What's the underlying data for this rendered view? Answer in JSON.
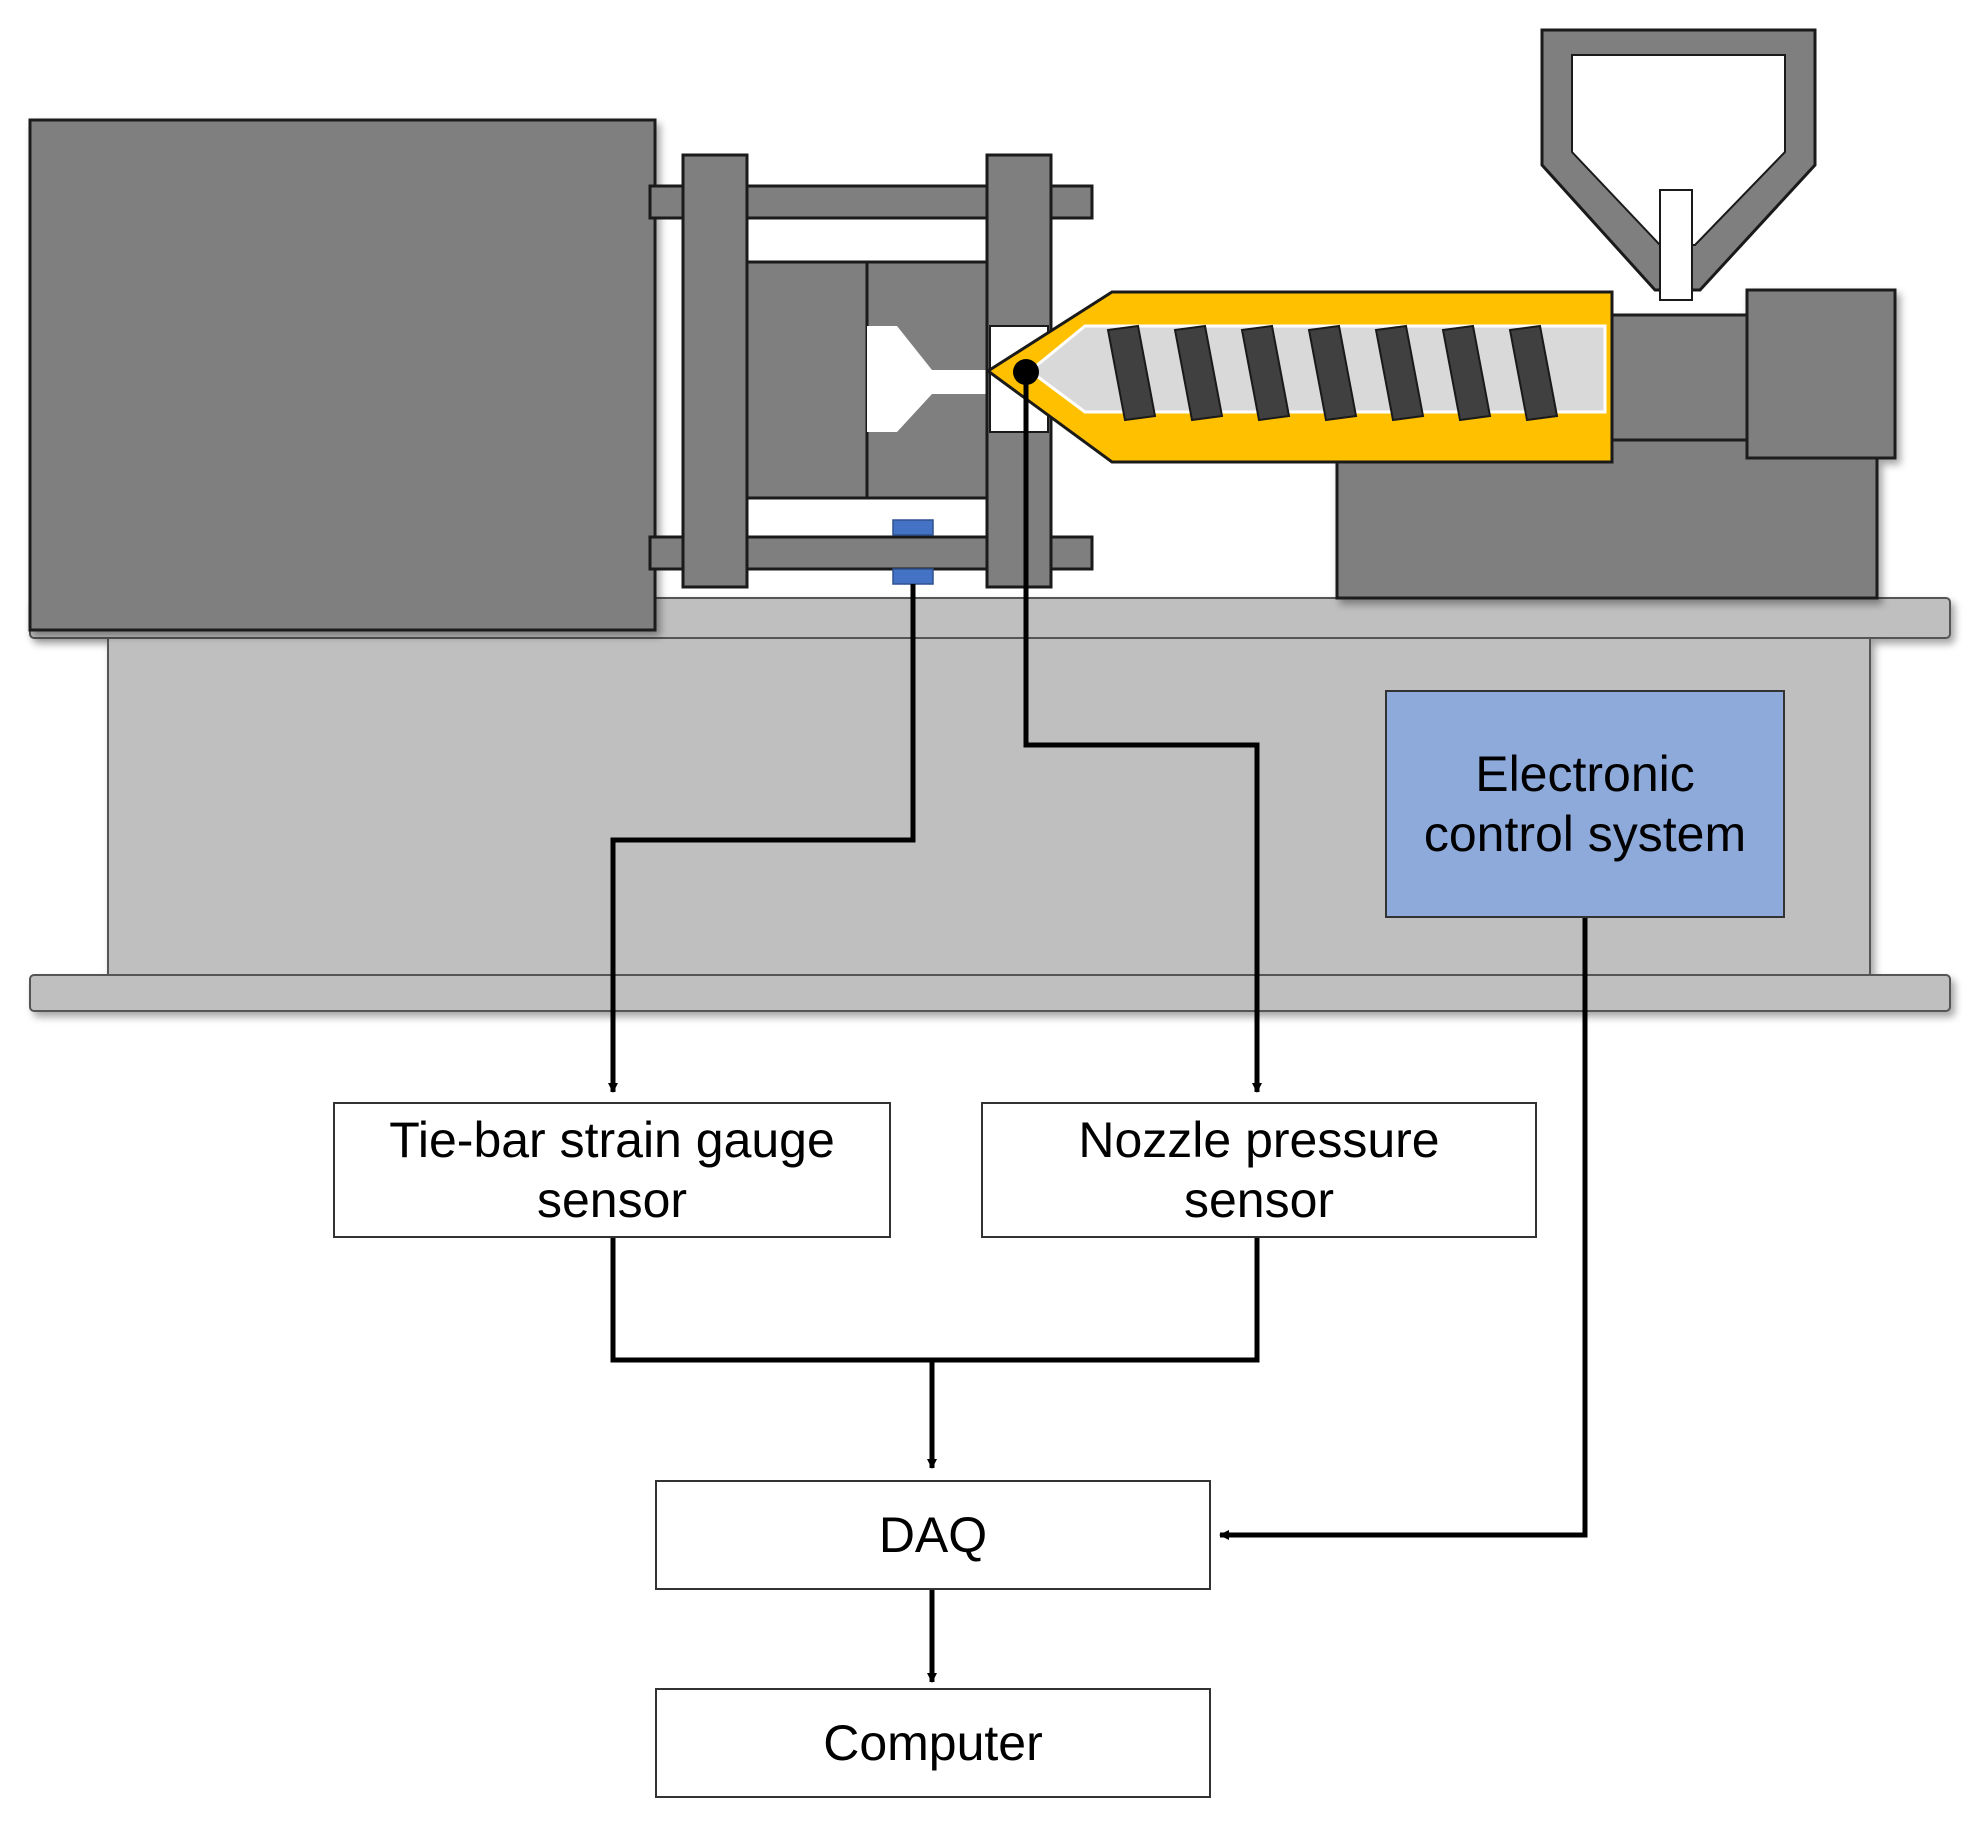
{
  "colors": {
    "machine_dark": "#7f7f7f",
    "machine_light": "#bfbfbf",
    "barrel_band": "#ffc000",
    "sensor_marker": "#4472c4",
    "control_box": "#8eaadb",
    "mold_cavity": "#ffffff",
    "screw_flight": "#404040",
    "outline": "#1a1a1a"
  },
  "machine": {
    "components": [
      "clamping-unit",
      "tie-bars",
      "mold",
      "nozzle",
      "barrel",
      "screw",
      "hopper",
      "injection-drive",
      "machine-base"
    ]
  },
  "electronic_control_system": {
    "lines": [
      "Electronic",
      "control system"
    ]
  },
  "tie_bar_sensor": {
    "lines": [
      "Tie-bar strain gauge",
      "sensor"
    ]
  },
  "nozzle_sensor": {
    "lines": [
      "Nozzle pressure",
      "sensor"
    ]
  },
  "daq": {
    "label": "DAQ"
  },
  "computer": {
    "label": "Computer"
  }
}
